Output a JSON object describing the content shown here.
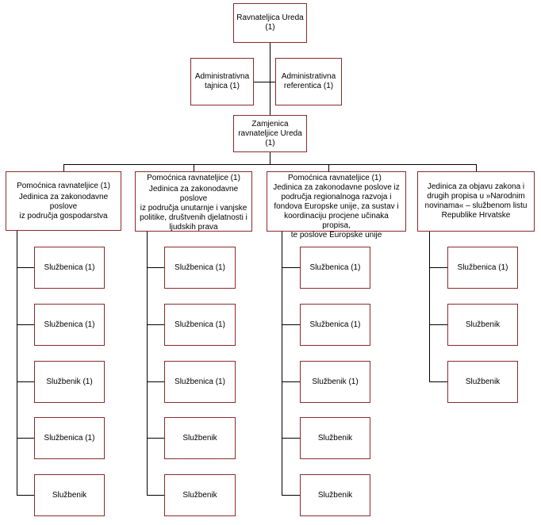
{
  "director": {
    "title": "Ravnateljica Ureda",
    "count": "(1)"
  },
  "admin_left": {
    "line1": "Administrativna",
    "line2": "tajnica (1)"
  },
  "admin_right": {
    "line1": "Administrativna",
    "line2": "referentica (1)"
  },
  "deputy": {
    "line1": "Zamjenica",
    "line2": "ravnateljice Ureda",
    "line3": "(1)"
  },
  "units": [
    {
      "lines": [
        "Pomoćnica ravnateljice (1)",
        "Jedinica za zakonodavne poslove",
        "iz područja gospodarstva"
      ],
      "staff": [
        "Službenica (1)",
        "Službenica (1)",
        "Službenik (1)",
        "Službenica (1)",
        "Službenik"
      ]
    },
    {
      "lines": [
        "Pomoćnica ravnateljice (1)",
        "Jedinica za zakonodavne poslove",
        "iz područja unutarnje i vanjske",
        "politike, društvenih djelatnosti i",
        "ljudskih prava"
      ],
      "staff": [
        "Službenica (1)",
        "Službenica (1)",
        "Službenica (1)",
        "Službenik",
        "Službenik"
      ]
    },
    {
      "lines": [
        "Pomoćnica ravnateljice (1)",
        "Jedinica za zakonodavne poslove iz",
        "područja regionalnoga razvoja i",
        "fondova Europske unije, za sustav i",
        "koordinaciju procjene učinaka propisa,",
        "te poslove Europske unije"
      ],
      "staff": [
        "Službenica (1)",
        "Službenica (1)",
        "Službenik (1)",
        "Službenik",
        "Službenik"
      ]
    },
    {
      "lines": [
        "Jedinica za objavu zakona i",
        "drugih propisa u »Narodnim",
        "novinama« – službenom listu",
        "Republike Hrvatske"
      ],
      "staff": [
        "Službenica (1)",
        "Službenik",
        "Službenik"
      ]
    }
  ],
  "colors": {
    "box_border": "#8b2a2a",
    "line": "#000000"
  }
}
